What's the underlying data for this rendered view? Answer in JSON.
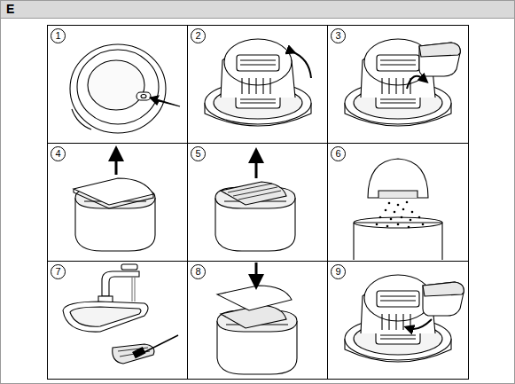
{
  "diagram": {
    "title": "E",
    "nodes": [
      {
        "text": [
          "1"
        ]
      },
      {
        "text": [
          "2"
        ]
      },
      {
        "text": [
          "3"
        ]
      },
      {
        "text": [
          "4"
        ]
      },
      {
        "text": [
          "5"
        ]
      },
      {
        "text": [
          "6"
        ]
      },
      {
        "text": [
          "7"
        ]
      },
      {
        "text": [
          "8"
        ]
      },
      {
        "text": [
          "9"
        ]
      }
    ]
  }
}
